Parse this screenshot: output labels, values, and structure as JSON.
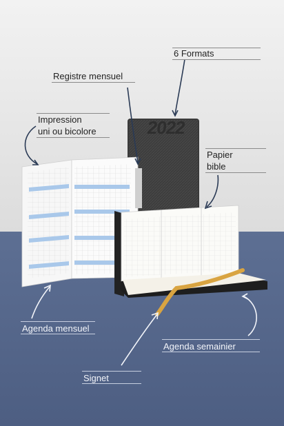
{
  "labels": {
    "formats": "6 Formats",
    "registre": "Registre mensuel",
    "impression": "Impression\nuni ou bicolore",
    "papier": "Papier\nbible",
    "agenda_mensuel": "Agenda mensuel",
    "agenda_semainier": "Agenda semainier",
    "signet": "Signet"
  },
  "cover_year": "2022",
  "colors": {
    "background": "#e6e6e6",
    "table": "#55678b",
    "cover": "#3a3a3a",
    "highlight_bars": "#a9c8ea",
    "ribbon": "#d9a441"
  }
}
